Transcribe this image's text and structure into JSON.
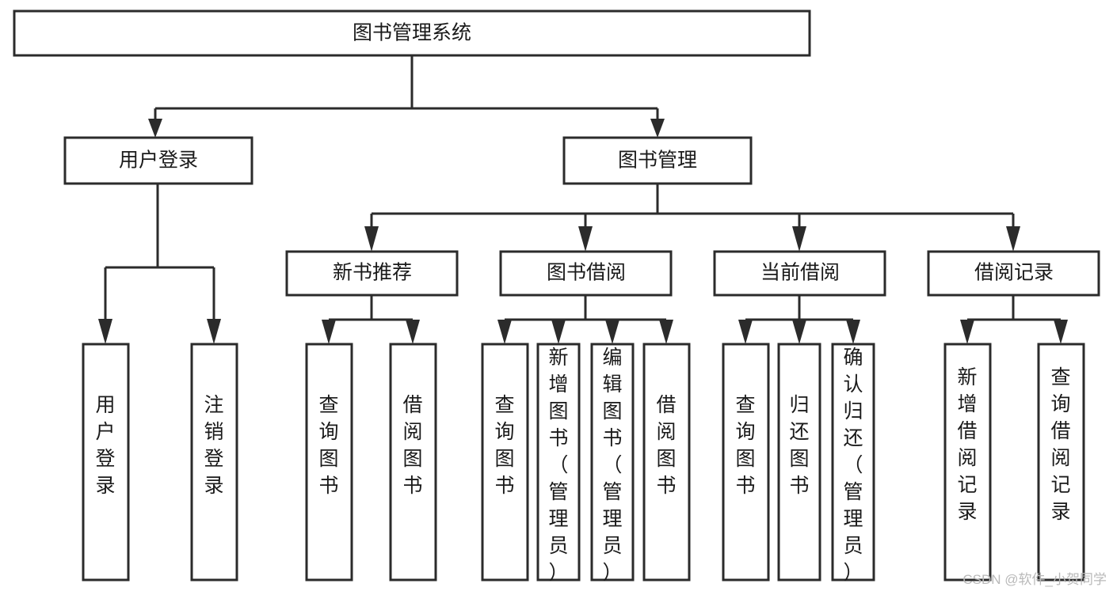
{
  "diagram": {
    "type": "tree-hierarchy-flowchart",
    "title": "图书管理系统",
    "background_color": "#ffffff",
    "line_color": "#2b2b2b",
    "box_fill": "#ffffff",
    "levels": 4,
    "root": {
      "id": "root",
      "label": "图书管理系统",
      "orientation": "horizontal"
    },
    "level2": [
      {
        "id": "user-login",
        "label": "用户登录",
        "orientation": "horizontal"
      },
      {
        "id": "book-management",
        "label": "图书管理",
        "orientation": "horizontal"
      }
    ],
    "level3": [
      {
        "id": "new-book-recommend",
        "label": "新书推荐",
        "orientation": "horizontal",
        "parent": "book-management"
      },
      {
        "id": "book-borrow",
        "label": "图书借阅",
        "orientation": "horizontal",
        "parent": "book-management"
      },
      {
        "id": "current-borrow",
        "label": "当前借阅",
        "orientation": "horizontal",
        "parent": "book-management"
      },
      {
        "id": "borrow-record",
        "label": "借阅记录",
        "orientation": "horizontal",
        "parent": "book-management"
      }
    ],
    "leaves": [
      {
        "id": "leaf-user-login",
        "label": "用户登录",
        "orientation": "vertical",
        "parent": "user-login"
      },
      {
        "id": "leaf-user-logout",
        "label": "注销登录",
        "orientation": "vertical",
        "parent": "user-login"
      },
      {
        "id": "leaf-query-book-1",
        "label": "查询图书",
        "orientation": "vertical",
        "parent": "new-book-recommend"
      },
      {
        "id": "leaf-borrow-book-1",
        "label": "借阅图书",
        "orientation": "vertical",
        "parent": "new-book-recommend"
      },
      {
        "id": "leaf-query-book-2",
        "label": "查询图书",
        "orientation": "vertical",
        "parent": "book-borrow"
      },
      {
        "id": "leaf-add-book",
        "label": "新增图书（管理员）",
        "orientation": "vertical",
        "parent": "book-borrow"
      },
      {
        "id": "leaf-edit-book",
        "label": "编辑图书（管理员）",
        "orientation": "vertical",
        "parent": "book-borrow"
      },
      {
        "id": "leaf-borrow-book-2",
        "label": "借阅图书",
        "orientation": "vertical",
        "parent": "book-borrow"
      },
      {
        "id": "leaf-query-book-3",
        "label": "查询图书",
        "orientation": "vertical",
        "parent": "current-borrow"
      },
      {
        "id": "leaf-return-book",
        "label": "归还图书",
        "orientation": "vertical",
        "parent": "current-borrow"
      },
      {
        "id": "leaf-confirm-return",
        "label": "确认归还（管理员）",
        "orientation": "vertical",
        "parent": "current-borrow"
      },
      {
        "id": "leaf-add-record",
        "label": "新增借阅记录",
        "orientation": "vertical",
        "parent": "borrow-record"
      },
      {
        "id": "leaf-query-record",
        "label": "查询借阅记录",
        "orientation": "vertical",
        "parent": "borrow-record"
      }
    ]
  },
  "watermark": {
    "text": "CSDN @软件_小贺同学",
    "color": "#b9b9b9"
  }
}
